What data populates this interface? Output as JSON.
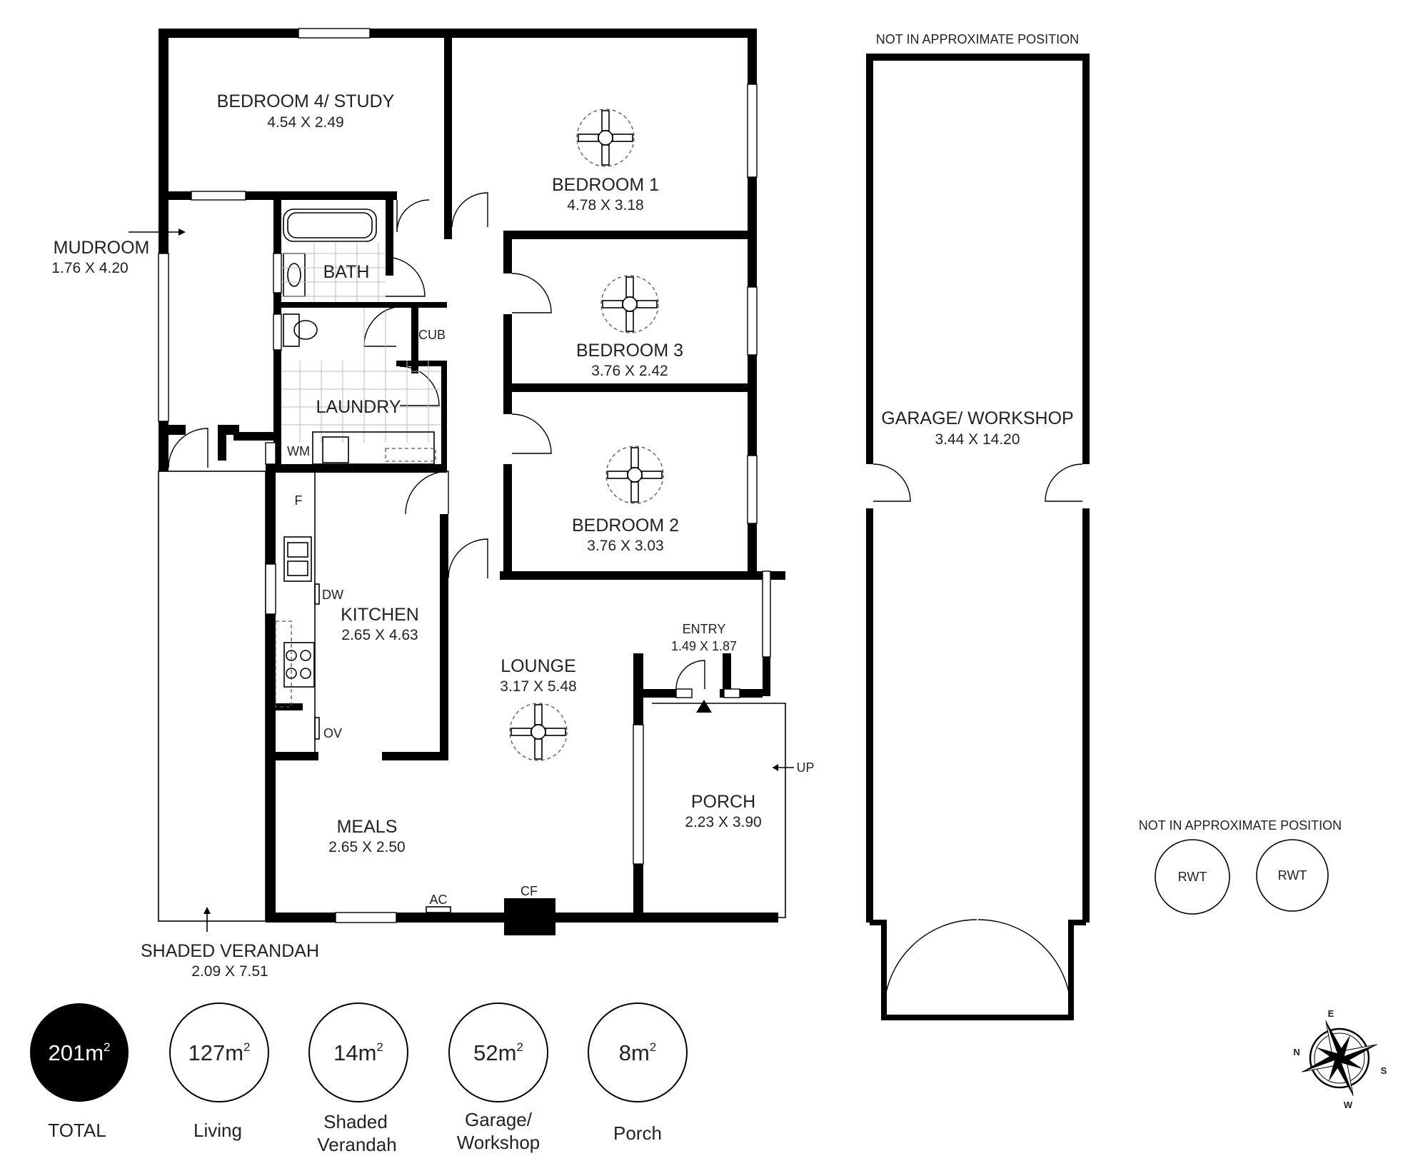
{
  "rooms": {
    "bedroom4": {
      "name": "BEDROOM 4/ STUDY",
      "dim": "4.54 X 2.49"
    },
    "bedroom1": {
      "name": "BEDROOM 1",
      "dim": "4.78 X 3.18"
    },
    "bedroom3": {
      "name": "BEDROOM 3",
      "dim": "3.76 X 2.42"
    },
    "bedroom2": {
      "name": "BEDROOM 2",
      "dim": "3.76 X 3.03"
    },
    "mudroom": {
      "name": "MUDROOM",
      "dim": "1.76 X 4.20"
    },
    "bath": {
      "name": "BATH"
    },
    "cub": {
      "name": "CUB"
    },
    "laundry": {
      "name": "LAUNDRY"
    },
    "wm": {
      "name": "WM"
    },
    "kitchen": {
      "name": "KITCHEN",
      "dim": "2.65 X 4.63"
    },
    "lounge": {
      "name": "LOUNGE",
      "dim": "3.17 X 5.48"
    },
    "entry": {
      "name": "ENTRY",
      "dim": "1.49 X 1.87"
    },
    "porch": {
      "name": "PORCH",
      "dim": "2.23 X 3.90"
    },
    "meals": {
      "name": "MEALS",
      "dim": "2.65 X 2.50"
    },
    "verandah": {
      "name": "SHADED VERANDAH",
      "dim": "2.09 X 7.51"
    },
    "garage": {
      "name": "GARAGE/ WORKSHOP",
      "dim": "3.44 X 14.20"
    }
  },
  "fixtures": {
    "f": "F",
    "dw": "DW",
    "ov": "OV",
    "ac": "AC",
    "cf": "CF",
    "up": "UP"
  },
  "notes": {
    "garage_note": "NOT IN APPROXIMATE POSITION",
    "rwt_note": "NOT IN APPROXIMATE POSITION",
    "rwt1": "RWT",
    "rwt2": "RWT"
  },
  "legend": [
    {
      "value": "201m",
      "sup": "2",
      "caption1": "TOTAL",
      "caption2": ""
    },
    {
      "value": "127m",
      "sup": "2",
      "caption1": "Living",
      "caption2": ""
    },
    {
      "value": "14m",
      "sup": "2",
      "caption1": "Shaded",
      "caption2": "Verandah"
    },
    {
      "value": "52m",
      "sup": "2",
      "caption1": "Garage/",
      "caption2": "Workshop"
    },
    {
      "value": "8m",
      "sup": "2",
      "caption1": "Porch",
      "caption2": ""
    }
  ],
  "compass": {
    "n": "N",
    "e": "E",
    "s": "S",
    "w": "W"
  }
}
